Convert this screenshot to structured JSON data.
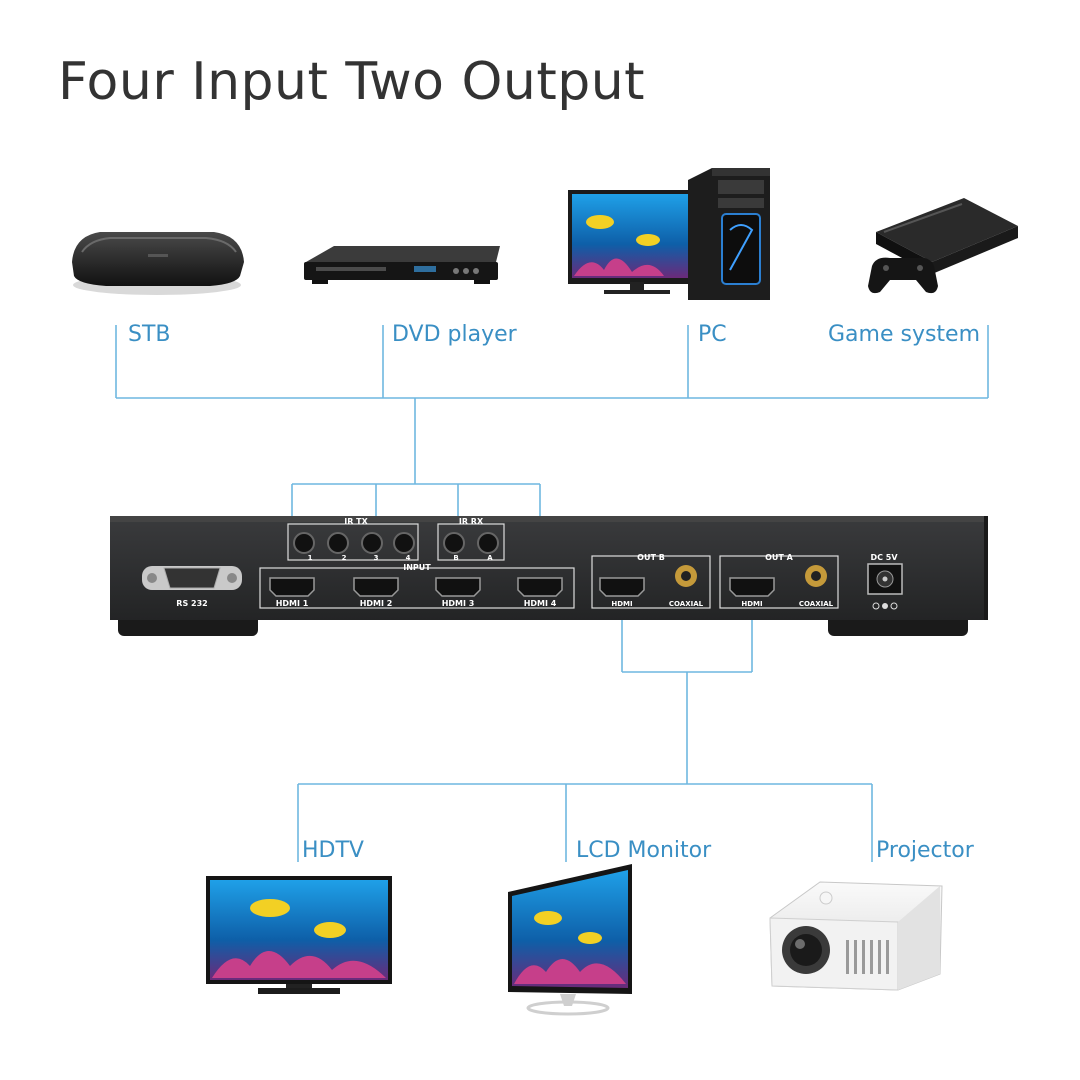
{
  "title": "Four Input Two Output",
  "inputs": [
    {
      "label": "STB",
      "icon": "set-top-box-icon"
    },
    {
      "label": "DVD player",
      "icon": "dvd-player-icon"
    },
    {
      "label": "PC",
      "icon": "desktop-pc-icon"
    },
    {
      "label": "Game system",
      "icon": "game-console-icon"
    }
  ],
  "outputs": [
    {
      "label": "HDTV",
      "icon": "hdtv-icon"
    },
    {
      "label": "LCD Monitor",
      "icon": "lcd-monitor-icon"
    },
    {
      "label": "Projector",
      "icon": "projector-icon"
    }
  ],
  "device": {
    "rs232": "RS 232",
    "ir_tx": "IR TX",
    "ir_tx_ports": [
      "1",
      "2",
      "3",
      "4"
    ],
    "ir_rx": "IR RX",
    "ir_rx_ports": [
      "B",
      "A"
    ],
    "input_label": "INPUT",
    "hdmi_inputs": [
      "HDMI 1",
      "HDMI 2",
      "HDMI 3",
      "HDMI 4"
    ],
    "out_b": "OUT B",
    "out_a": "OUT A",
    "out_hdmi": "HDMI",
    "out_coaxial": "COAXIAL",
    "dc": "DC 5V"
  },
  "colors": {
    "connector_line": "#6fb7e0",
    "label_text": "#3a8fc4",
    "device_body": "#2e2f31"
  }
}
